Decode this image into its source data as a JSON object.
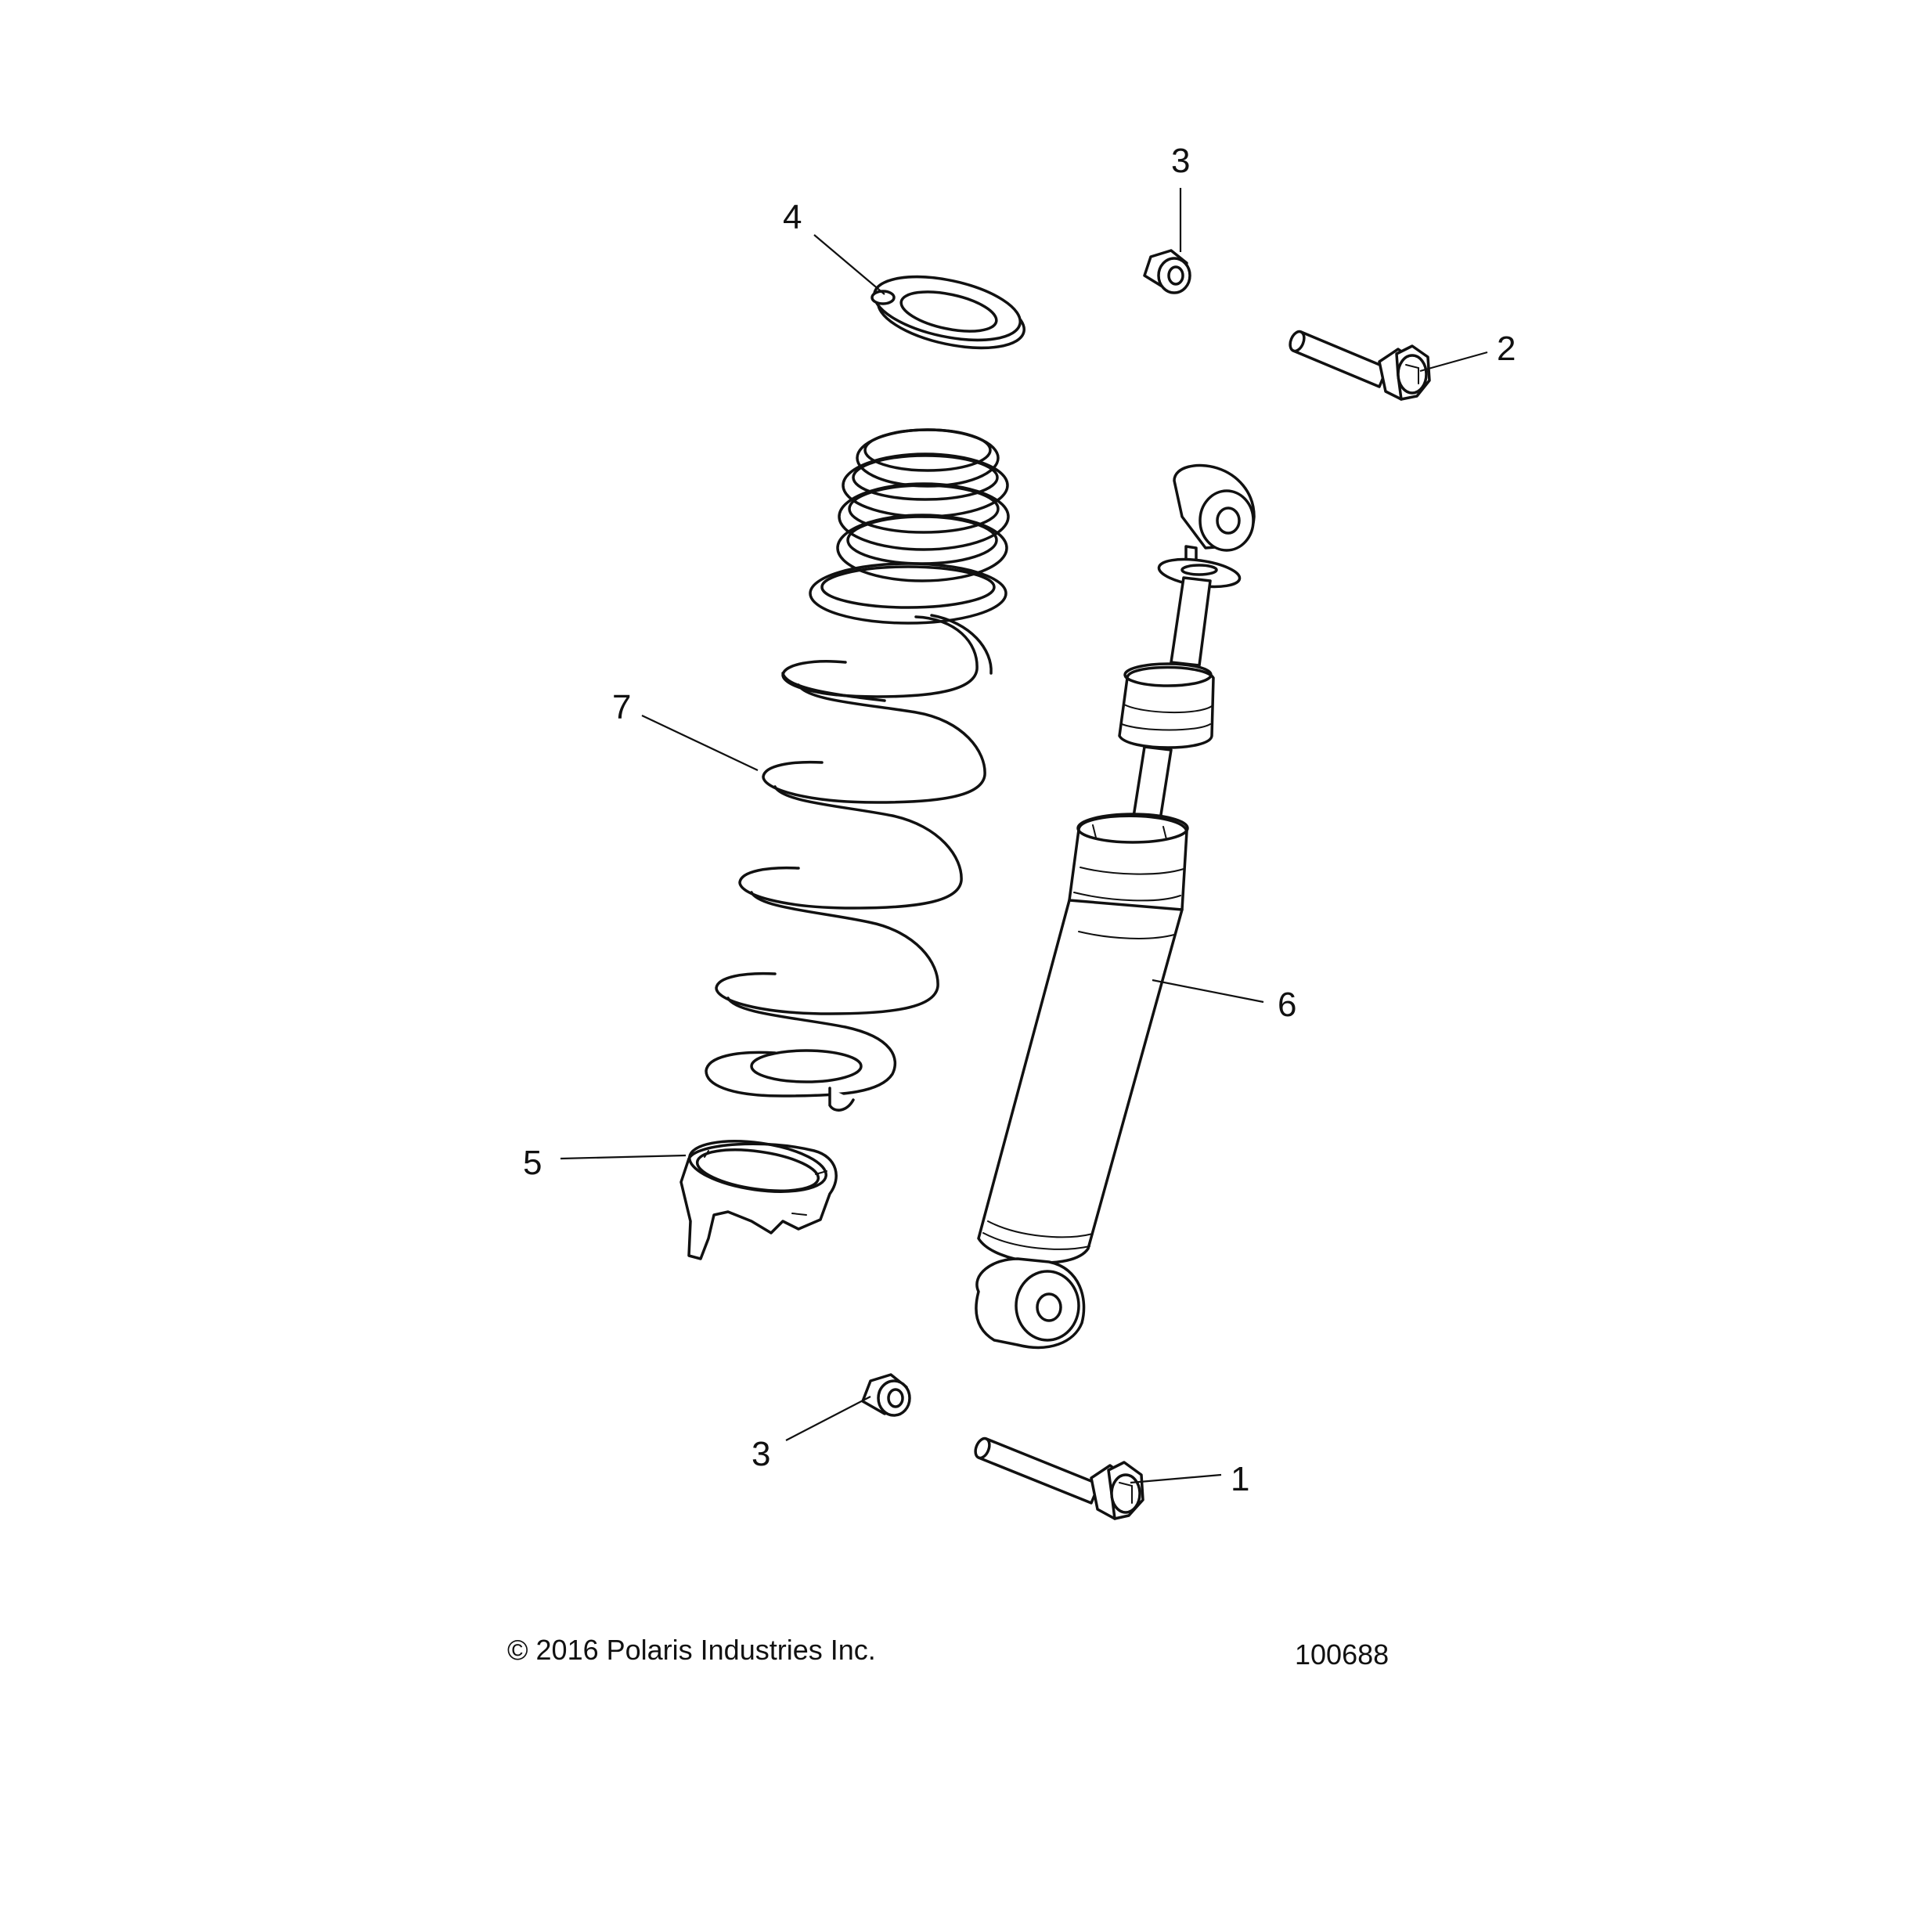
{
  "callouts": {
    "bolt_lower": "1",
    "bolt_upper": "2",
    "nut_upper": "3",
    "nut_lower": "3",
    "spring_seat_upper": "4",
    "spring_retainer_lower": "5",
    "shock_absorber": "6",
    "coil_spring": "7"
  },
  "footer": {
    "copyright": "© 2016 Polaris Industries Inc.",
    "figure_number": "100688"
  }
}
